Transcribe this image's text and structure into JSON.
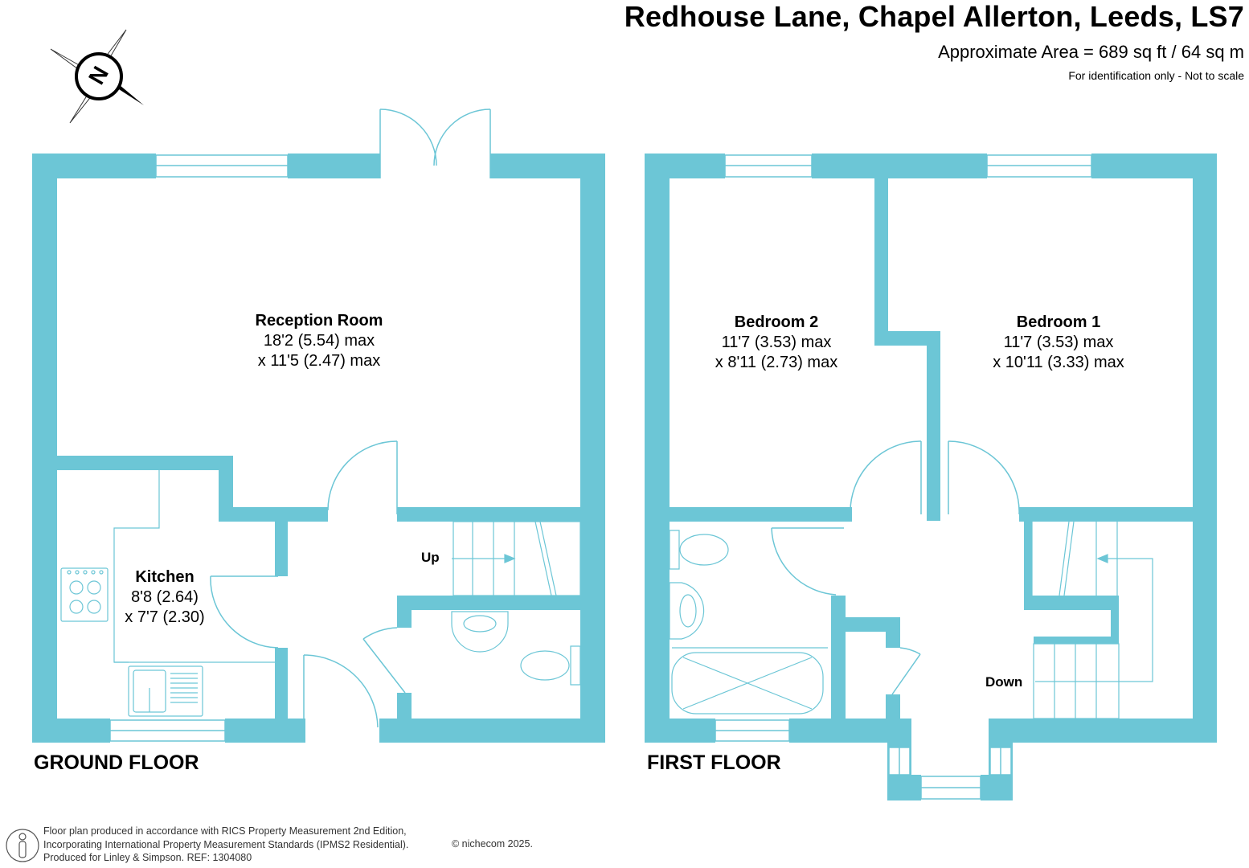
{
  "header": {
    "title": "Redhouse Lane, Chapel Allerton, Leeds, LS7",
    "area": "Approximate Area = 689 sq ft / 64 sq m",
    "note": "For identification only - Not to scale"
  },
  "compass": {
    "letter": "N",
    "icon": "compass-rose-icon"
  },
  "ground_floor": {
    "label": "GROUND FLOOR",
    "stairs_label": "Up",
    "rooms": [
      {
        "name": "Reception Room",
        "dim1": "18'2 (5.54) max",
        "dim2": "x 11'5 (2.47) max"
      },
      {
        "name": "Kitchen",
        "dim1": "8'8 (2.64)",
        "dim2": "x 7'7 (2.30)"
      }
    ]
  },
  "first_floor": {
    "label": "FIRST FLOOR",
    "stairs_label": "Down",
    "rooms": [
      {
        "name": "Bedroom 2",
        "dim1": "11'7 (3.53) max",
        "dim2": "x 8'11 (2.73) max"
      },
      {
        "name": "Bedroom 1",
        "dim1": "11'7 (3.53) max",
        "dim2": "x 10'11 (3.33) max"
      }
    ]
  },
  "footer": {
    "line1": "Floor plan produced in accordance with RICS Property Measurement 2nd Edition,",
    "line2": "Incorporating International Property Measurement Standards (IPMS2 Residential).",
    "line3": "Produced for Linley & Simpson.   REF:  1304080",
    "copyright": "© nichecom 2025."
  },
  "colors": {
    "wall": "#6cc6d6",
    "line": "#6cc6d6",
    "text": "#000000"
  }
}
